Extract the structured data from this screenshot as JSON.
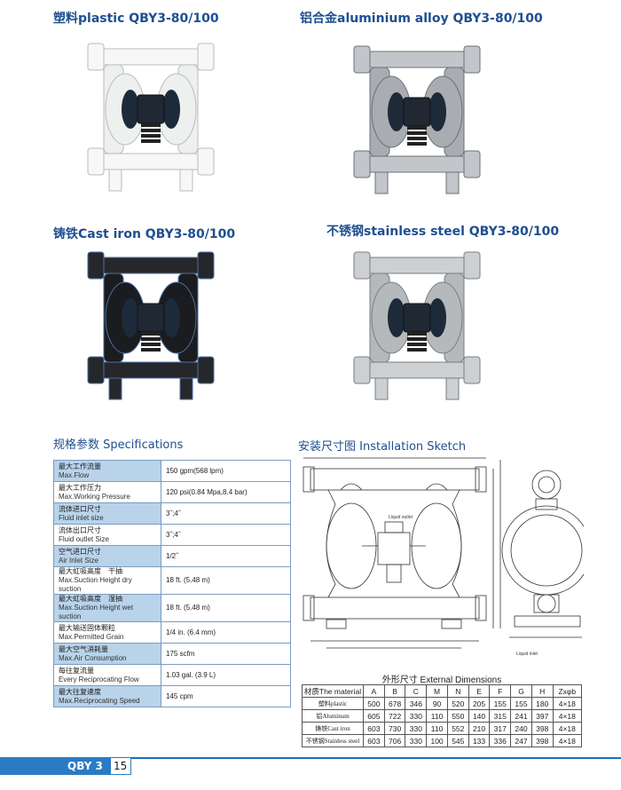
{
  "products": [
    {
      "title": "塑料plastic QBY3-80/100",
      "body_color": "#eef0ef",
      "frame_color": "#f6f7f6",
      "edge_color": "#b8bdbb"
    },
    {
      "title": "铝合金aluminium alloy QBY3-80/100",
      "body_color": "#a9adb2",
      "frame_color": "#c2c6ca",
      "edge_color": "#6d7176"
    },
    {
      "title": "铸铁Cast iron QBY3-80/100",
      "body_color": "#1b1c1f",
      "frame_color": "#26272b",
      "edge_color": "#4a6fa0"
    },
    {
      "title": "不锈钢stainless steel QBY3-80/100",
      "body_color": "#b6b9bc",
      "frame_color": "#cdd0d3",
      "edge_color": "#7a7e82"
    }
  ],
  "specifications": {
    "heading": "规格参数 Specifications",
    "rows": [
      {
        "cn": "最大工作流量",
        "en": "Max.Flow",
        "value": "150 gpm(568 lpm)"
      },
      {
        "cn": "最大工作压力",
        "en": "Max.Working Pressure",
        "value": "120 psi(0.84 Mpa,8.4 bar)"
      },
      {
        "cn": "流体进口尺寸",
        "en": "Fluid inlet size",
        "value": "3˝;4˝"
      },
      {
        "cn": "流体出口尺寸",
        "en": "Fluid outlet Size",
        "value": "3˝;4˝"
      },
      {
        "cn": "空气进口尺寸",
        "en": "Air Inlet Size",
        "value": "1/2˝"
      },
      {
        "cn": "最大虹吸高度　干抽",
        "en": "Max.Suction Height  dry suction",
        "value": "18 ft. (5.48 m)"
      },
      {
        "cn": "最大虹吸高度　湿抽",
        "en": "Max.Suction Height  wet suction",
        "value": "18 ft. (5.48 m)"
      },
      {
        "cn": "最大输送固体颗粒",
        "en": "Max.Permitted Grain",
        "value": "1/4 in. (6.4 mm)"
      },
      {
        "cn": "最大空气消耗量",
        "en": "Max.Air Consumption",
        "value": "175 scfm"
      },
      {
        "cn": "每往复流量",
        "en": "Every Reciprocating Flow",
        "value": "1.03 gal. (3.9 L)"
      },
      {
        "cn": "最大往复速度",
        "en": "Max.Reciprocating Speed",
        "value": "145 cpm"
      }
    ]
  },
  "installation": {
    "heading": "安装尺寸图  Installation Sketch",
    "sketch_labels": {
      "outlet": "Liquid outlet",
      "inlet": "Liquid inlet"
    }
  },
  "dimensions": {
    "title": "外形尺寸 External Dimensions",
    "headers": [
      "材质The material",
      "A",
      "B",
      "C",
      "M",
      "N",
      "E",
      "F",
      "G",
      "H",
      "Zxφb"
    ],
    "rows": [
      [
        "塑料plastic",
        "500",
        "678",
        "346",
        "90",
        "520",
        "205",
        "155",
        "155",
        "180",
        "4×18"
      ],
      [
        "铝Aluminum",
        "605",
        "722",
        "330",
        "110",
        "550",
        "140",
        "315",
        "241",
        "397",
        "4×18"
      ],
      [
        "铸铁Cast iron",
        "603",
        "730",
        "330",
        "110",
        "552",
        "210",
        "317",
        "240",
        "398",
        "4×18"
      ],
      [
        "不锈钢Stainless steel",
        "603",
        "706",
        "330",
        "100",
        "545",
        "133",
        "336",
        "247",
        "398",
        "4×18"
      ]
    ]
  },
  "footer": {
    "series": "QBY 3",
    "page": "15",
    "accent": "#2a7bc4"
  }
}
